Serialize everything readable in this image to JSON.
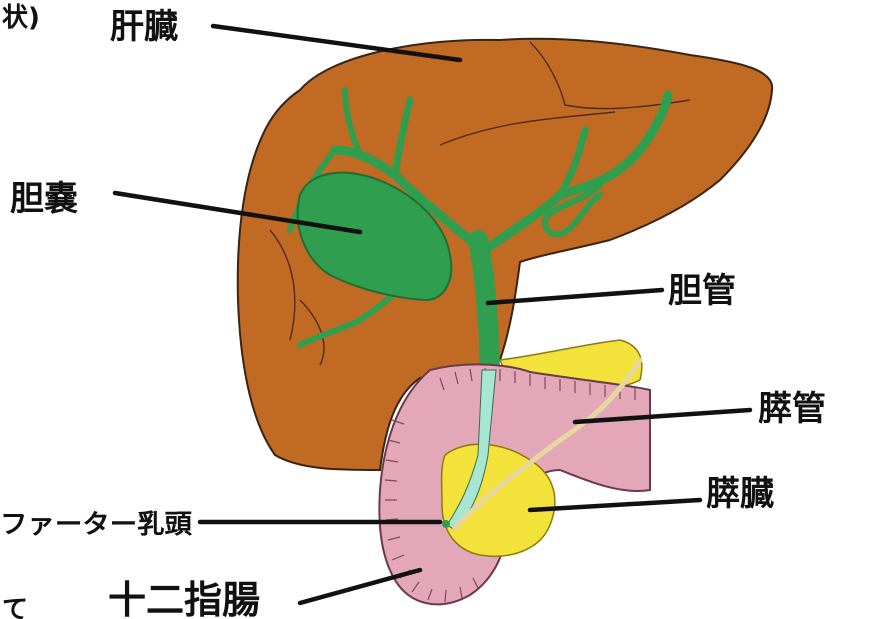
{
  "labels": {
    "corner_top": "状)",
    "liver": "肝臓",
    "gallbladder": "胆嚢",
    "bile_duct": "胆管",
    "pancreatic_duct": "膵管",
    "papilla": "ファーター乳頭",
    "pancreas": "膵臓",
    "duodenum": "十二指腸",
    "corner_bottom": "て"
  },
  "colors": {
    "liver": "#c06a24",
    "bile": "#2f9f4f",
    "bile_dark": "#1e6e36",
    "duodenum": "#e3a7b8",
    "pancreas": "#f2e23a",
    "duct_light": "#a8e6d4",
    "pancreatic_duct": "#e6d7a0"
  }
}
